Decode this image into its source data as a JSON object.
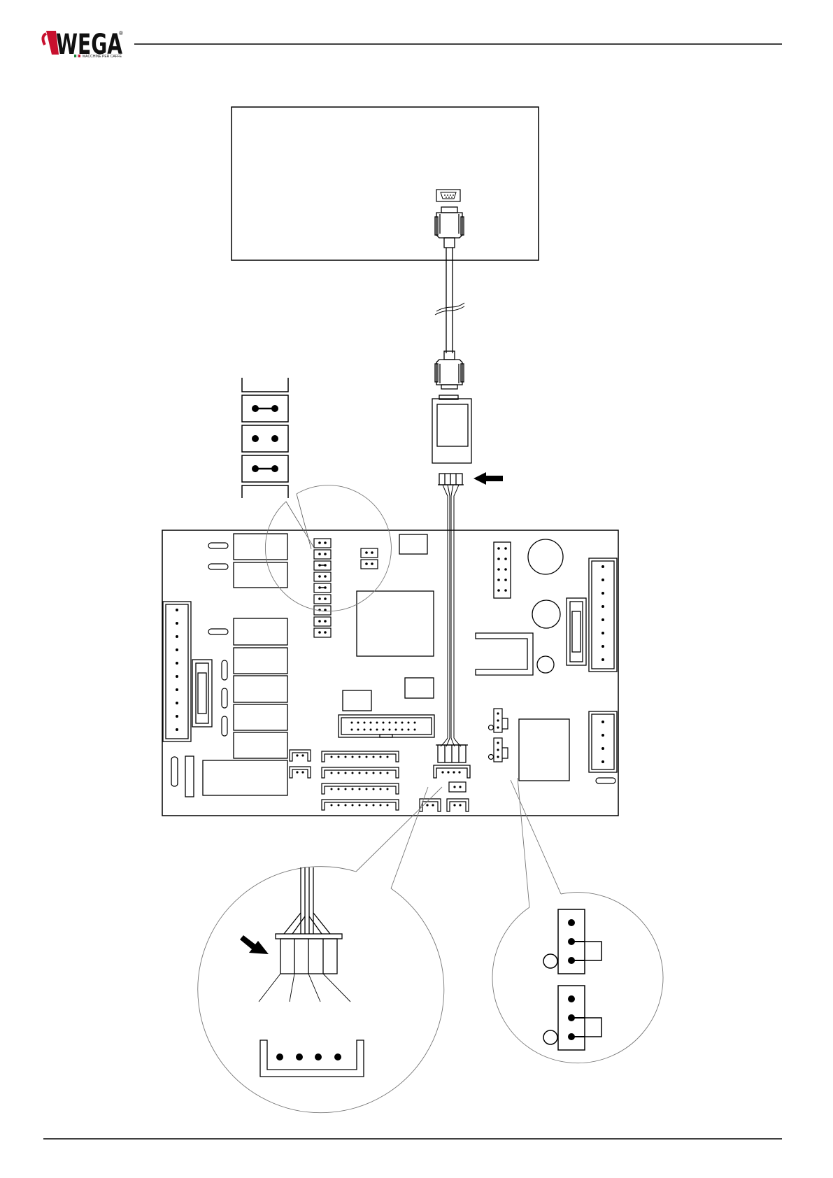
{
  "header": {
    "brand": "WEGA",
    "tagline": "MACCHINE PER CAFFÈ",
    "registered": "®"
  },
  "colors": {
    "logo_red": "#c8102e",
    "logo_green": "#1a8a3a",
    "line": "#000000",
    "thin_line": "#333333"
  },
  "diagram": {
    "description_name": "pc-to-control-board-serial-connection",
    "parts": [
      "computer-unit",
      "db9-serial-port",
      "serial-cable",
      "serial-adapter",
      "adapter-4pin-connector",
      "control-board",
      "jumper-block",
      "board-4pin-header",
      "board-3pin-jumper"
    ]
  }
}
